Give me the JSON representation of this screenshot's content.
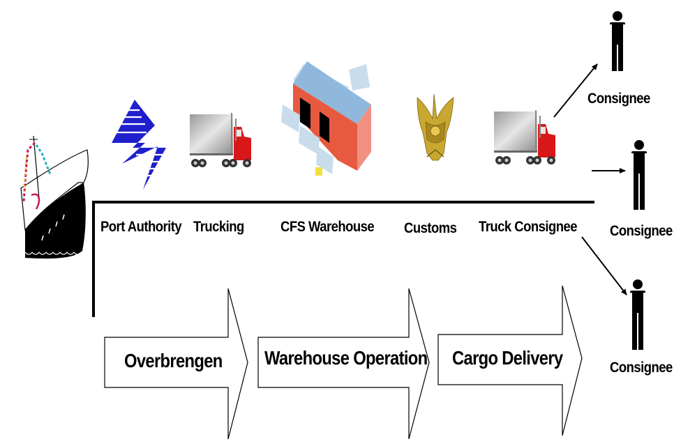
{
  "diagram": {
    "origin": {
      "name": "Ship",
      "icon": "ship-icon"
    },
    "stages": [
      {
        "label": "Port Authority",
        "icon": "port-authority-logo-icon"
      },
      {
        "label": "Trucking",
        "icon": "truck-icon"
      },
      {
        "label": "CFS Warehouse",
        "icon": "warehouse-icon"
      },
      {
        "label": "Customs",
        "icon": "customs-emblem-icon"
      },
      {
        "label": "Truck Consignee",
        "icon": "truck-icon"
      }
    ],
    "consignees": [
      {
        "label": "Consignee",
        "icon": "person-icon"
      },
      {
        "label": "Consignee",
        "icon": "person-icon"
      },
      {
        "label": "Consignee",
        "icon": "person-icon"
      }
    ],
    "phases": [
      {
        "label": "Overbrengen"
      },
      {
        "label": "Warehouse Operation"
      },
      {
        "label": "Cargo Delivery"
      }
    ],
    "colors": {
      "line": "#000000",
      "port_authority_blue": "#1f1fcc",
      "truck_red": "#d81818",
      "truck_trailer_gray": "#b8b8b8",
      "warehouse_roof": "#8fb8dc",
      "warehouse_wall": "#f08070",
      "customs_gold": "#c8a830"
    }
  }
}
